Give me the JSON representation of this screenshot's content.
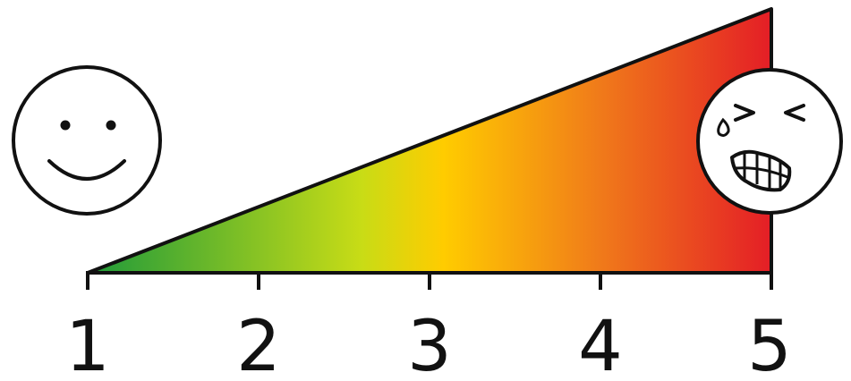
{
  "scale": {
    "ticks": [
      "1",
      "2",
      "3",
      "4",
      "5"
    ],
    "gradient_colors": {
      "low": "#1f9a3a",
      "mid_low": "#c8dc16",
      "mid": "#ffcc00",
      "mid_high": "#f07a1a",
      "high": "#e41e26"
    },
    "outline_color": "#111111"
  },
  "faces": {
    "left": {
      "icon": "smiley-face-icon",
      "meaning": "happy"
    },
    "right": {
      "icon": "angry-crying-face-icon",
      "meaning": "distressed"
    }
  }
}
